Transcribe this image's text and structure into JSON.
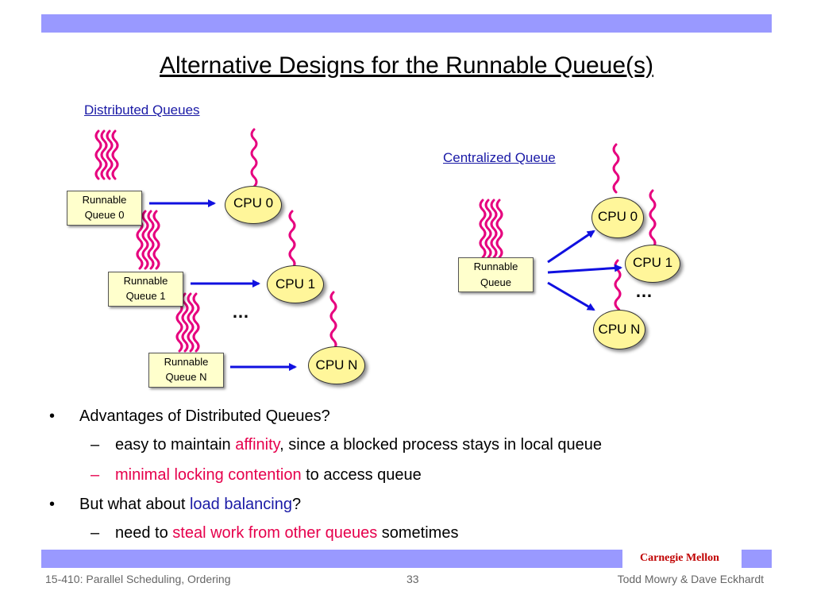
{
  "slide": {
    "title": "Alternative Designs for the Runnable Queue(s)",
    "distributed_label": "Distributed Queues",
    "centralized_label": "Centralized Queue",
    "distributed": {
      "queues": [
        {
          "line1": "Runnable",
          "line2": "Queue 0"
        },
        {
          "line1": "Runnable",
          "line2": "Queue 1"
        },
        {
          "line1": "Runnable",
          "line2": "Queue N"
        }
      ],
      "cpus": [
        "CPU 0",
        "CPU 1",
        "CPU N"
      ],
      "ellipsis": "…"
    },
    "centralized": {
      "queue": {
        "line1": "Runnable",
        "line2": "Queue"
      },
      "cpus": [
        "CPU 0",
        "CPU 1",
        "CPU N"
      ],
      "ellipsis": "…"
    },
    "bullets": {
      "b1": "Advantages of Distributed Queues?",
      "s1_pre": "easy to maintain ",
      "s1_hl": "affinity",
      "s1_post": ", since a blocked process stays in local queue",
      "s2_hl": "minimal locking contention",
      "s2_post": " to access queue",
      "b2_pre": "But what about ",
      "b2_hl": "load balancing",
      "b2_post": "?",
      "s3_pre": "need to ",
      "s3_hl": "steal work from other queues",
      "s3_post": " sometimes",
      "bullet_char": "•",
      "dash_char": "–"
    }
  },
  "footer": {
    "brand": "Carnegie Mellon",
    "course": "15-410: Parallel Scheduling, Ordering",
    "page": "33",
    "authors": "Todd Mowry & Dave Eckhardt"
  },
  "colors": {
    "bar": "#9999ff",
    "thread": "#e6007e",
    "arrow": "#1010e0",
    "highlight_red": "#e6004c",
    "highlight_blue": "#1a1aa6",
    "cpu_fill": "#fff69a",
    "queue_fill": "#ffffcc"
  }
}
